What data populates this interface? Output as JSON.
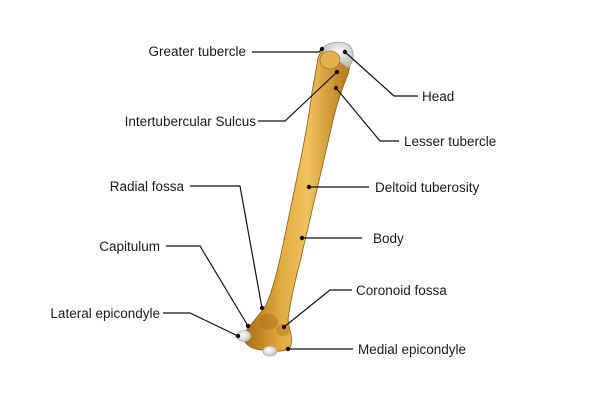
{
  "colors": {
    "bone_light": "#e8b850",
    "bone_mid": "#d9a032",
    "bone_dark": "#a86a14",
    "cartilage": "#e6e6e0",
    "leader_line": "#111111",
    "text": "#1a1a1a"
  },
  "labels": {
    "greater_tubercle": "Greater tubercle",
    "intertubercular_sulcus": "Intertubercular Sulcus",
    "radial_fossa": "Radial fossa",
    "capitulum": "Capitulum",
    "lateral_epicondyle": "Lateral epicondyle",
    "head": "Head",
    "lesser_tubercle": "Lesser tubercle",
    "deltoid_tuberosity": "Deltoid tuberosity",
    "body": "Body",
    "coronoid_fossa": "Coronoid fossa",
    "medial_epicondyle": "Medial epicondyle"
  }
}
